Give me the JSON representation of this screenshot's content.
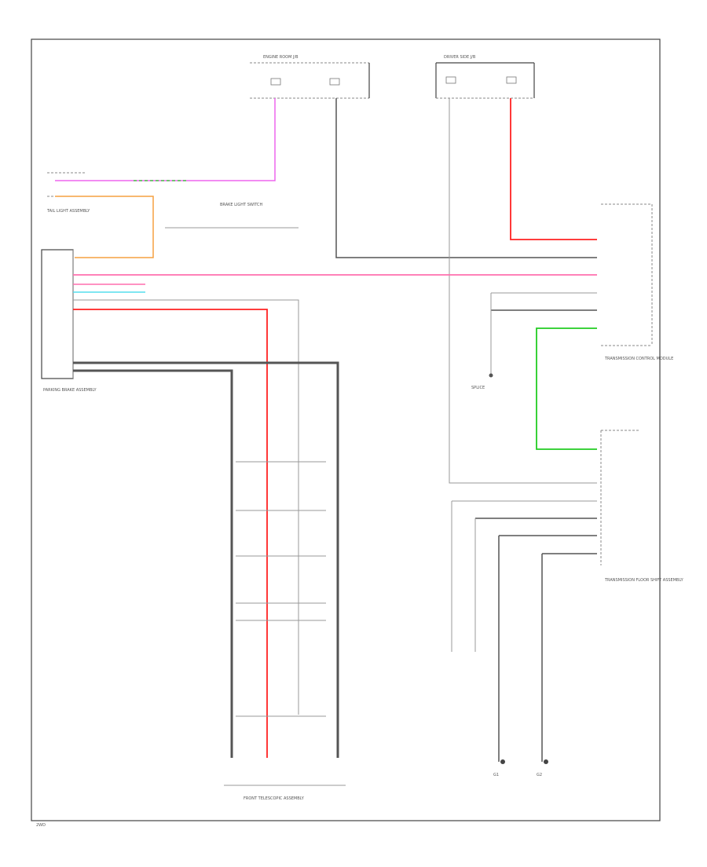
{
  "diagram": {
    "page_code": "2WD",
    "labels": {
      "fuse_box_top": "ENGINE ROOM J/B",
      "fuse_box_top_right": "DRIVER SIDE J/B",
      "left_connector": "TAIL LIGHT ASSEMBLY",
      "left_main": "PARKING BRAKE ASSEMBLY",
      "right_main": "TRANSMISSION CONTROL MODULE",
      "right_lower": "TRANSMISSION FLOOR SHIFT ASSEMBLY",
      "bottom_main": "FRONT TELESCOPIC ASSEMBLY",
      "ground_left": "G1",
      "ground_right": "G2",
      "splice_a": "SPLICE",
      "mid_label": "BRAKE LIGHT SWITCH"
    },
    "colors": {
      "pink": "#ff6fae",
      "magenta": "#ee66ee",
      "orange": "#f5a040",
      "red": "#ff2222",
      "green": "#22cc22",
      "cyan": "#55ddee",
      "dark": "#555555"
    }
  }
}
